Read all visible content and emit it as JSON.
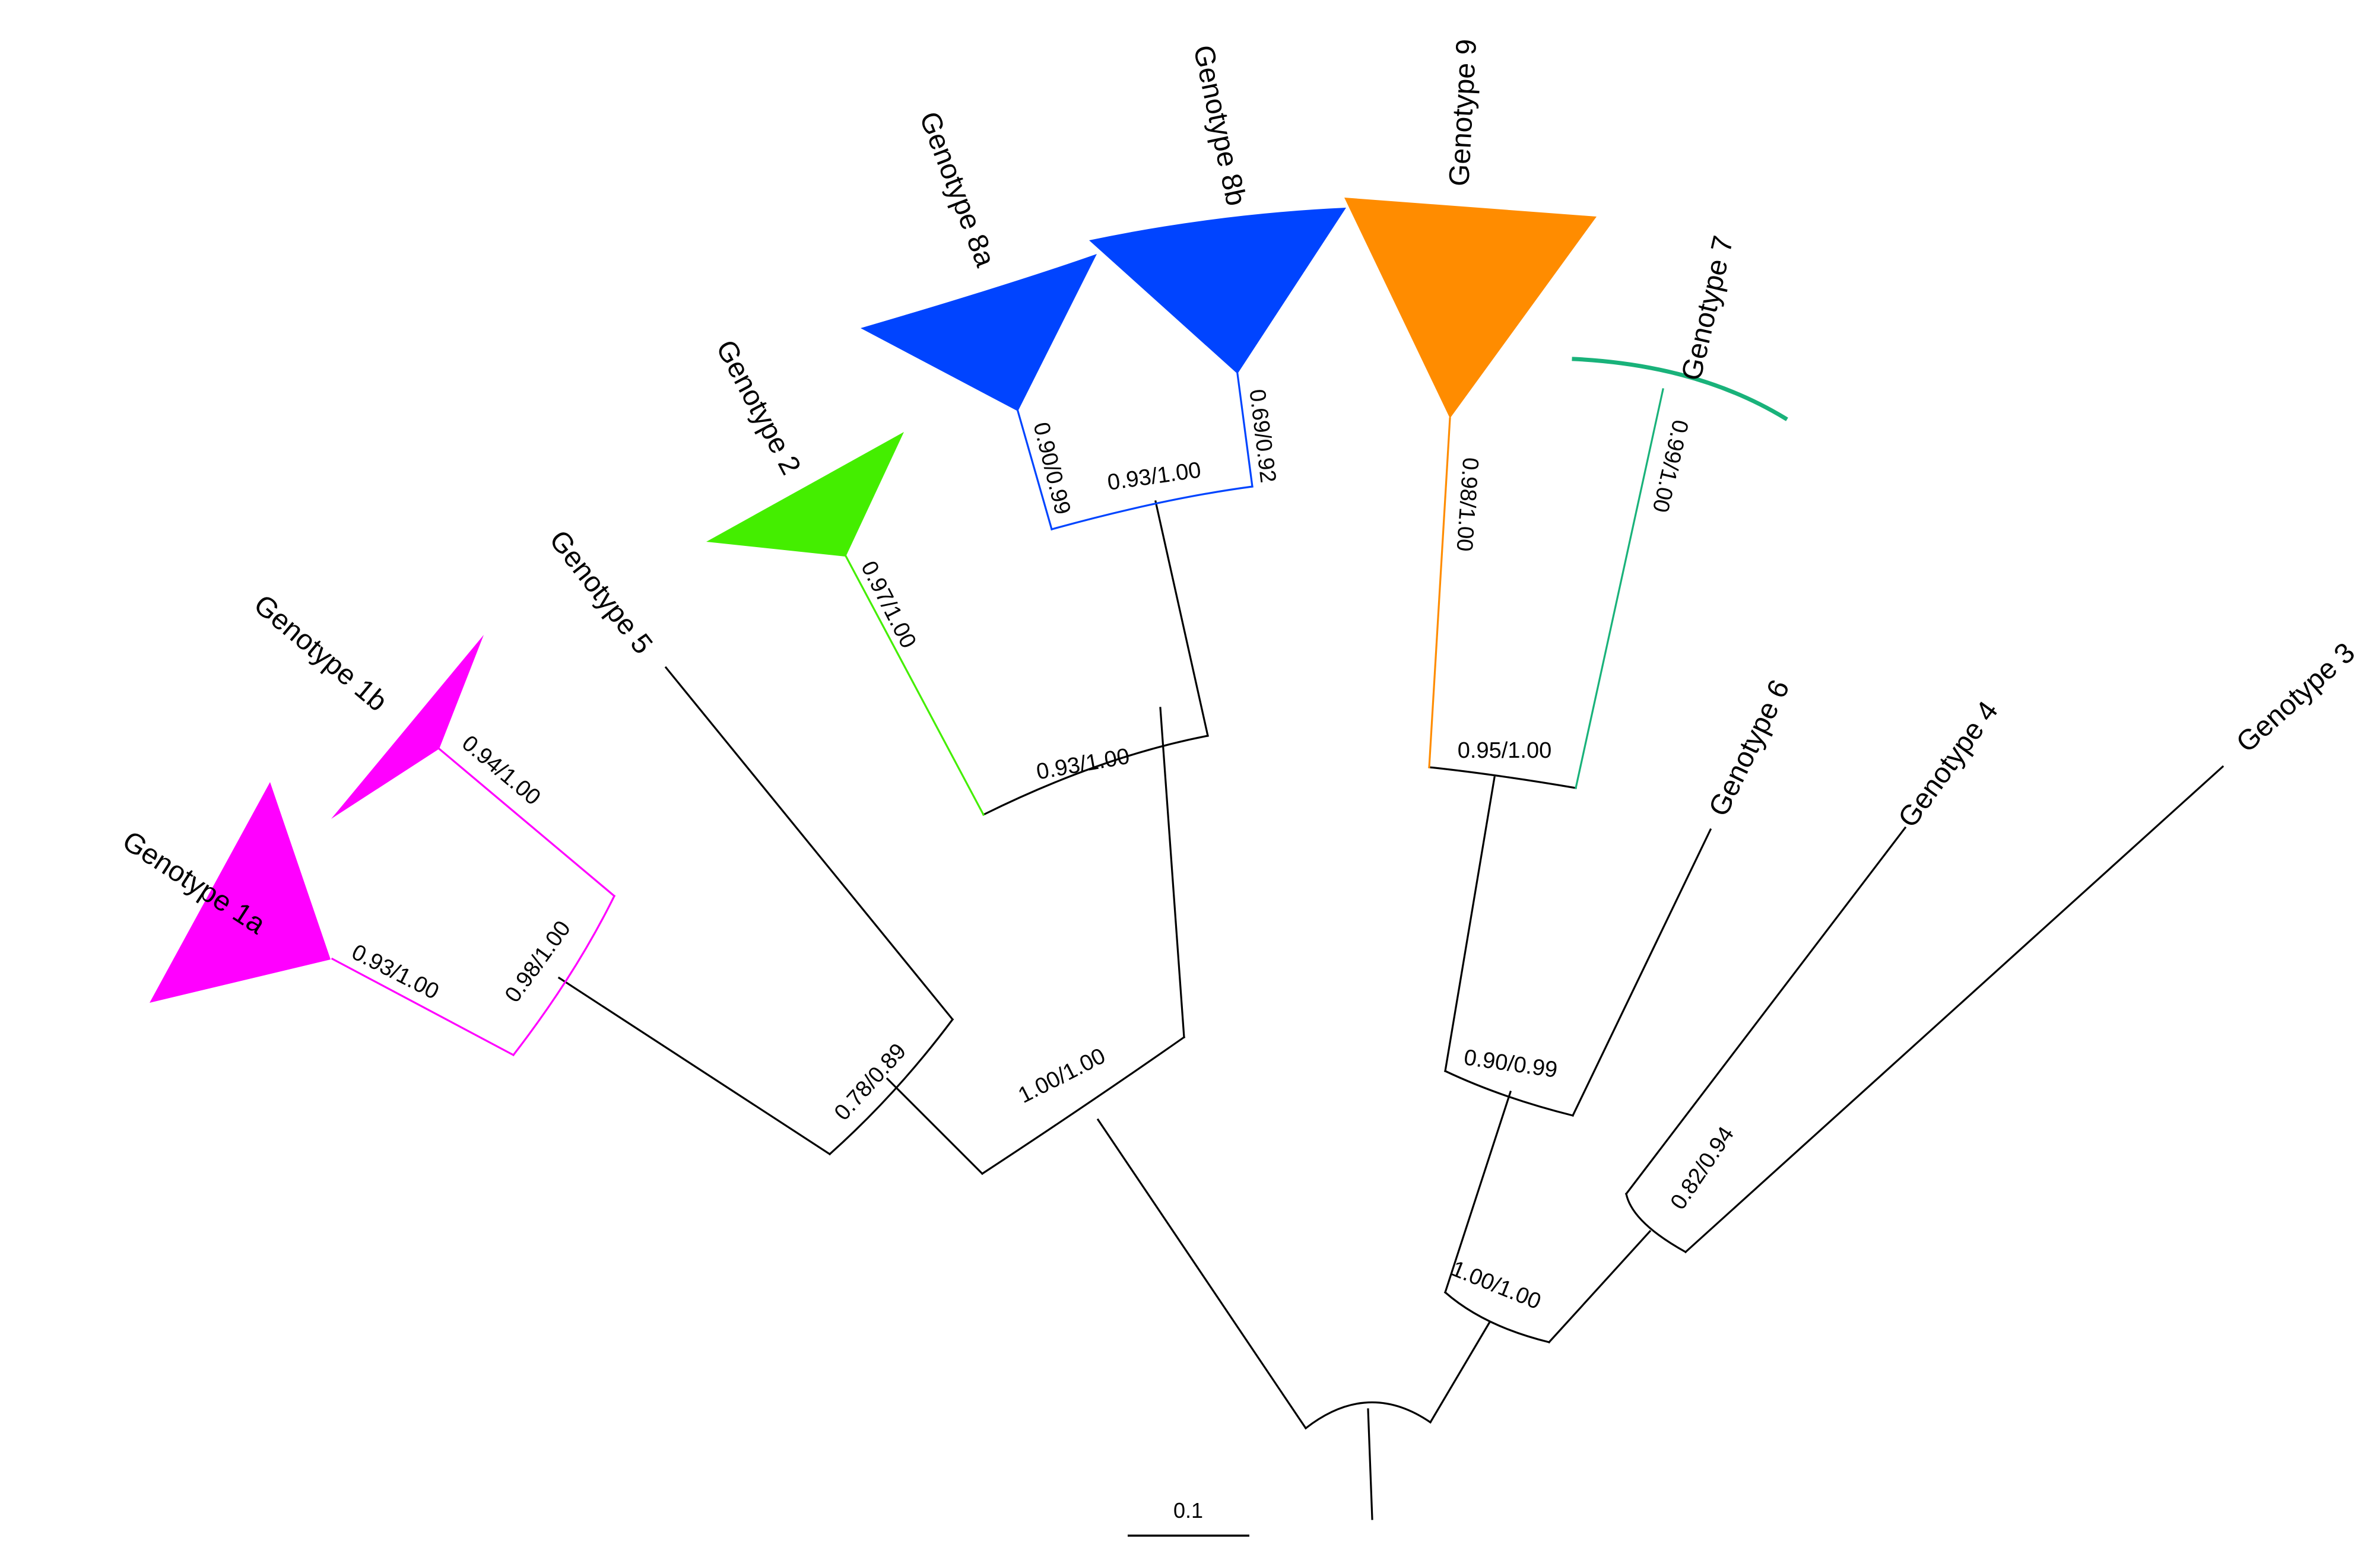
{
  "colors": {
    "default": "#000000",
    "genotype_1": "#ff00ff",
    "genotype_2": "#44ee00",
    "genotype_8": "#0044ff",
    "genotype_9": "#ff8c00",
    "genotype_7": "#19b27a"
  },
  "genotypes": {
    "g1a": "Genotype 1a",
    "g1b": "Genotype 1b",
    "g5": "Genotype 5",
    "g2": "Genotype 2",
    "g8a": "Genotype 8a",
    "g8b": "Genotype 8b",
    "g9": "Genotype 9",
    "g7": "Genotype 7",
    "g6": "Genotype 6",
    "g4": "Genotype 4",
    "g3": "Genotype 3"
  },
  "support_values": {
    "n_1a": "0.93/1.00",
    "n_1b": "0.94/1.00",
    "n_g1": "0.98/1.00",
    "n_left": "0.78/0.89",
    "n_g2": "0.97/1.00",
    "n_8a": "0.90/0.99",
    "n_8b": "0.69/0.92",
    "n_g8": "0.93/1.00",
    "n_g28": "0.93/1.00",
    "n_upper": "1.00/1.00",
    "n_g9": "0.98/1.00",
    "n_g7": "0.99/1.00",
    "n_97": "0.95/1.00",
    "n_976": "0.90/0.99",
    "n_43": "0.82/0.94",
    "n_right": "1.00/1.00"
  },
  "scale_bar": {
    "label": "0.1",
    "value": 0.1
  }
}
